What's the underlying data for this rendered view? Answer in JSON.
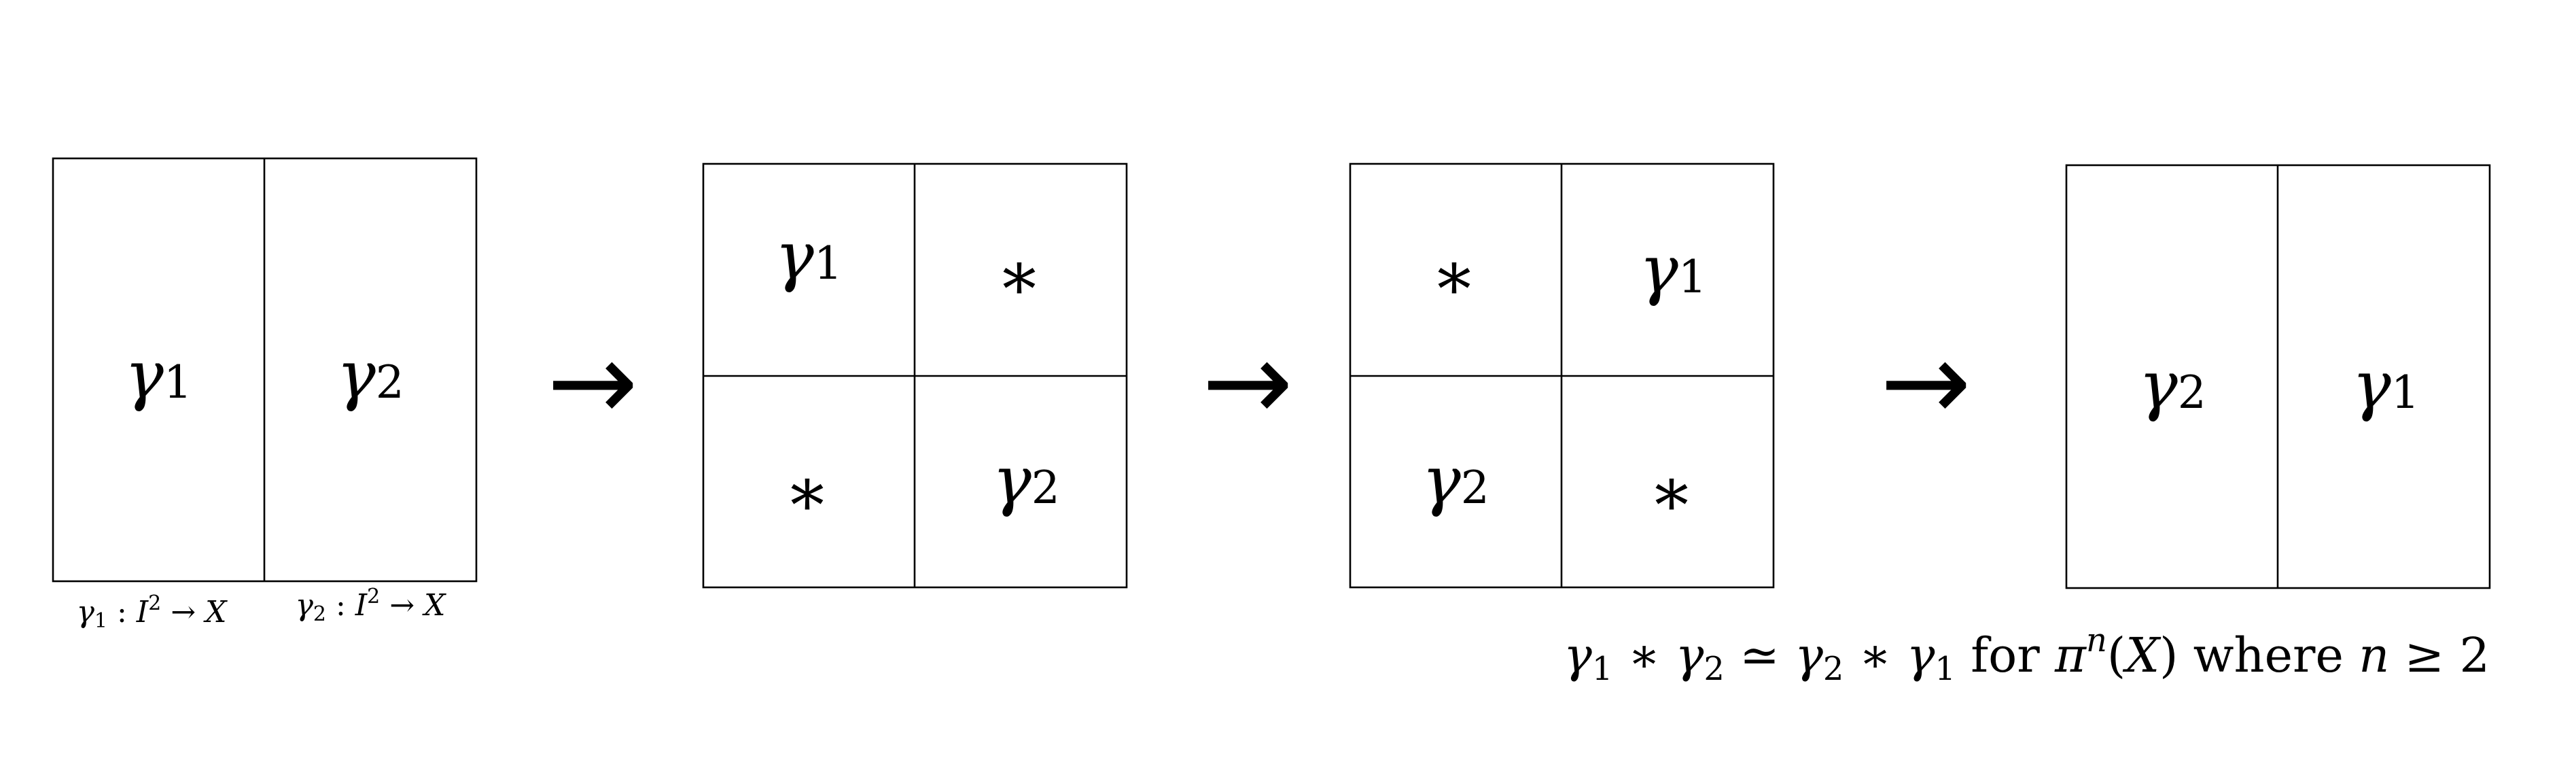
{
  "symbols": {
    "gamma": "γ",
    "sub_one": "1",
    "sub_two": "2",
    "star": "∗",
    "arrow": "→"
  },
  "maps": {
    "gamma1": {
      "gamma": "γ",
      "sub": "1",
      "colon": " : ",
      "domain": "I",
      "power": "2",
      "arrow": " → ",
      "target": "X"
    },
    "gamma2": {
      "gamma": "γ",
      "sub": "2",
      "colon": " : ",
      "domain": "I",
      "power": "2",
      "arrow": " → ",
      "target": "X"
    }
  },
  "caption": {
    "lhs_gamma_a": "γ",
    "lhs_sub_a": "1",
    "op_a": " ∗ ",
    "lhs_gamma_b": "γ",
    "lhs_sub_b": "2",
    "relation": " ≃ ",
    "rhs_gamma_a": "γ",
    "rhs_sub_a": "2",
    "op_b": " ∗ ",
    "rhs_gamma_b": "γ",
    "rhs_sub_b": "1",
    "for_word": " for ",
    "pi": "π",
    "pi_power": "n",
    "paren_open": "(",
    "space": "X",
    "paren_close": ")",
    "where_word": " where ",
    "var": "n",
    "geq": " ≥ ",
    "bound": "2"
  }
}
